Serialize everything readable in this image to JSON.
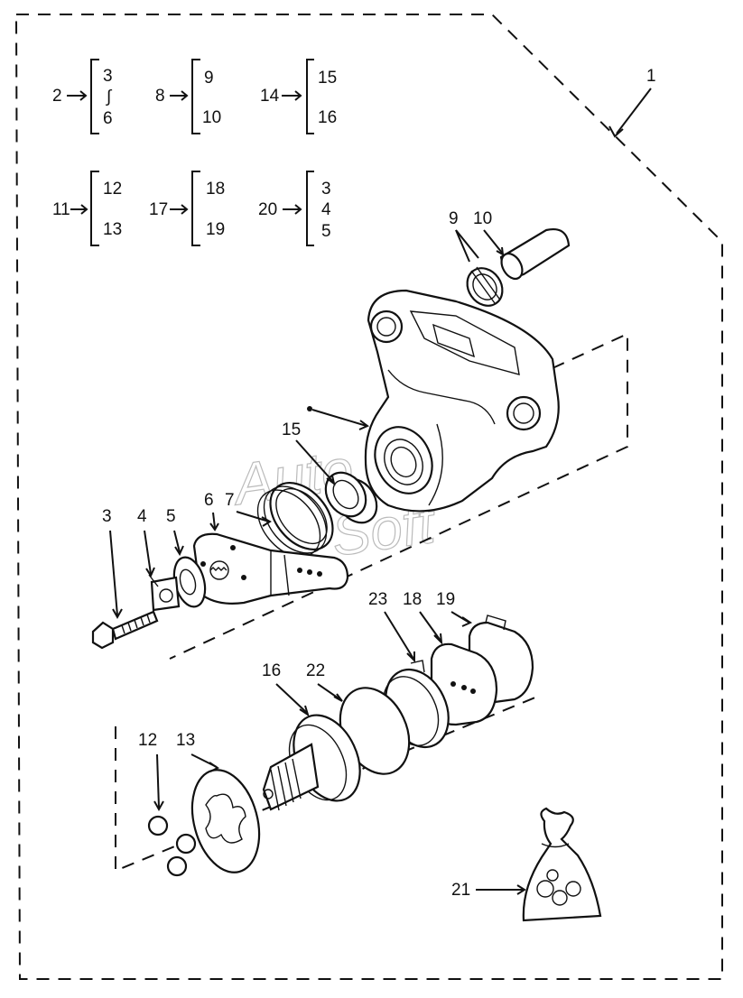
{
  "kit_groups": [
    {
      "parent": "2",
      "children": [
        "3",
        "∫",
        "6"
      ]
    },
    {
      "parent": "8",
      "children": [
        "9",
        "10"
      ]
    },
    {
      "parent": "14",
      "children": [
        "15",
        "16"
      ]
    },
    {
      "parent": "11",
      "children": [
        "12",
        "13"
      ]
    },
    {
      "parent": "17",
      "children": [
        "18",
        "19"
      ]
    },
    {
      "parent": "20",
      "children": [
        "3",
        "4",
        "5"
      ]
    }
  ],
  "callouts": {
    "c1": "1",
    "c9": "9",
    "c10": "10",
    "c15": "15",
    "c3": "3",
    "c4": "4",
    "c5": "5",
    "c6": "6",
    "c7": "7",
    "c23": "23",
    "c18": "18",
    "c19": "19",
    "c16": "16",
    "c22": "22",
    "c12": "12",
    "c13": "13",
    "c21": "21"
  },
  "watermark": {
    "line1": "Auto",
    "line2": "Soft"
  }
}
